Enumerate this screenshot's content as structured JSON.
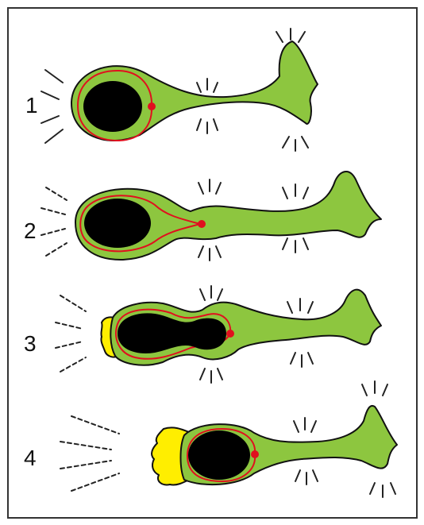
{
  "figure": {
    "colors": {
      "cell": "#8dc63f",
      "nucleus": "#000000",
      "microtubule": "#e0101e",
      "centrosome": "#e0101e",
      "actin": "#ffee00",
      "outline": "#111111",
      "frame": "#333333",
      "signal": "#222222"
    },
    "steps": [
      {
        "label": "1"
      },
      {
        "label": "2"
      },
      {
        "label": "3"
      },
      {
        "label": "4"
      }
    ]
  }
}
